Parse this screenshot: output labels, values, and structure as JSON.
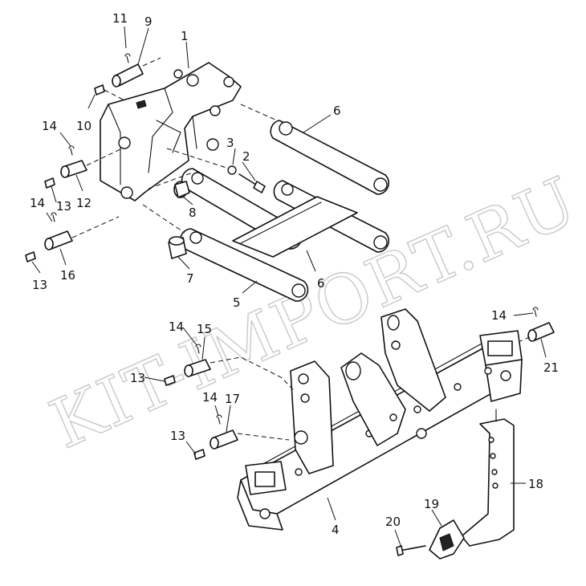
{
  "watermark": "KIT-IMPORT.RU",
  "callouts": {
    "c1": "1",
    "c2": "2",
    "c3": "3",
    "c4": "4",
    "c5": "5",
    "c6a": "6",
    "c6b": "6",
    "c7": "7",
    "c8": "8",
    "c9": "9",
    "c10": "10",
    "c11": "11",
    "c12": "12",
    "c13a": "13",
    "c13b": "13",
    "c13c": "13",
    "c13d": "13",
    "c14a": "14",
    "c14b": "14",
    "c14c": "14",
    "c14d": "14",
    "c14e": "14",
    "c15": "15",
    "c16": "16",
    "c17": "17",
    "c18": "18",
    "c19": "19",
    "c20": "20",
    "c21": "21"
  }
}
